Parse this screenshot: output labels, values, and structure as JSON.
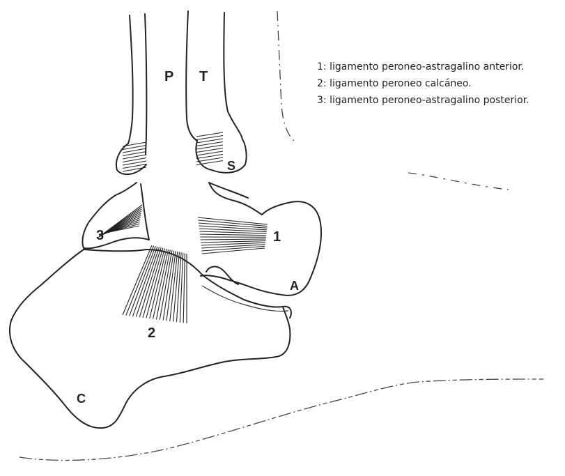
{
  "figure": {
    "labels": {
      "fibula": "P",
      "tibia": "T",
      "talus": "A",
      "calcaneus": "C",
      "medial_letter": "S",
      "ligament_1": "1",
      "ligament_2": "2",
      "ligament_3": "3"
    }
  },
  "legend": {
    "items": [
      "1: ligamento peroneo-astragalino anterior.",
      "2: ligamento peroneo calcáneo.",
      "3: ligamento peroneo-astragalino posterior."
    ]
  }
}
